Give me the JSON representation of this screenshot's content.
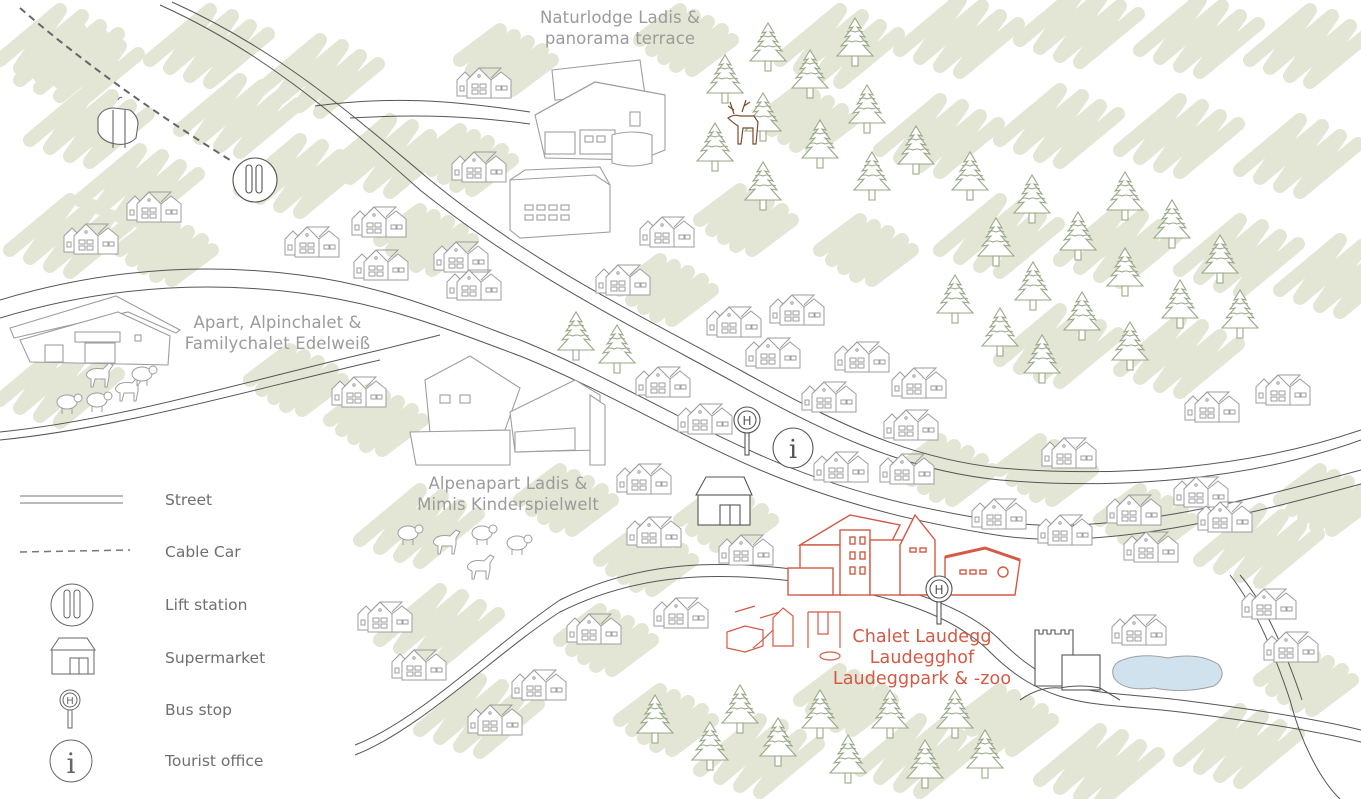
{
  "map": {
    "colors": {
      "vegetation": "#e3e6d4",
      "street": "#555555",
      "building": "#9e9e9e",
      "tree": "#9aa889",
      "highlight": "#d35a45",
      "deer": "#7a4a2f",
      "lake": "#cfe2ee",
      "label": "#9b9b9b",
      "legend_text": "#6f6f6f"
    },
    "labels": [
      {
        "id": "naturlodge",
        "lines": [
          "Naturlodge Ladis &",
          "panorama terrace"
        ],
        "highlight": false
      },
      {
        "id": "edelweiss",
        "lines": [
          "Apart, Alpinchalet &",
          "Familychalet Edelweiß"
        ],
        "highlight": false
      },
      {
        "id": "alpenapart",
        "lines": [
          "Alpenapart Ladis &",
          "Mimis Kinderspielwelt"
        ],
        "highlight": false
      },
      {
        "id": "laudegg",
        "lines": [
          "Chalet Laudegg",
          "Laudegghof",
          "Laudeggpark & -zoo"
        ],
        "highlight": true
      }
    ],
    "pois": [
      {
        "type": "lift-station",
        "icon": "ski-lift-icon"
      },
      {
        "type": "cable-car-gondola",
        "icon": "gondola-icon"
      },
      {
        "type": "bus-stop",
        "icon": "bus-stop-icon",
        "glyph": "H"
      },
      {
        "type": "tourist-office",
        "icon": "info-icon",
        "glyph": "i"
      },
      {
        "type": "supermarket",
        "icon": "supermarket-icon"
      },
      {
        "type": "bus-stop-laudegg",
        "icon": "bus-stop-icon",
        "glyph": "H"
      },
      {
        "type": "castle",
        "icon": "castle-icon"
      },
      {
        "type": "lake",
        "icon": "lake-icon"
      },
      {
        "type": "deer",
        "icon": "deer-icon"
      },
      {
        "type": "playground",
        "icon": "playground-icon"
      }
    ]
  },
  "legend": {
    "items": [
      {
        "label": "Street",
        "icon": "street-line-icon"
      },
      {
        "label": "Cable Car",
        "icon": "dashed-line-icon"
      },
      {
        "label": "Lift station",
        "icon": "ski-lift-icon"
      },
      {
        "label": "Supermarket",
        "icon": "supermarket-icon"
      },
      {
        "label": "Bus stop",
        "icon": "bus-stop-icon"
      },
      {
        "label": "Tourist office",
        "icon": "info-icon"
      }
    ],
    "bus_glyph": "H",
    "info_glyph": "i"
  }
}
